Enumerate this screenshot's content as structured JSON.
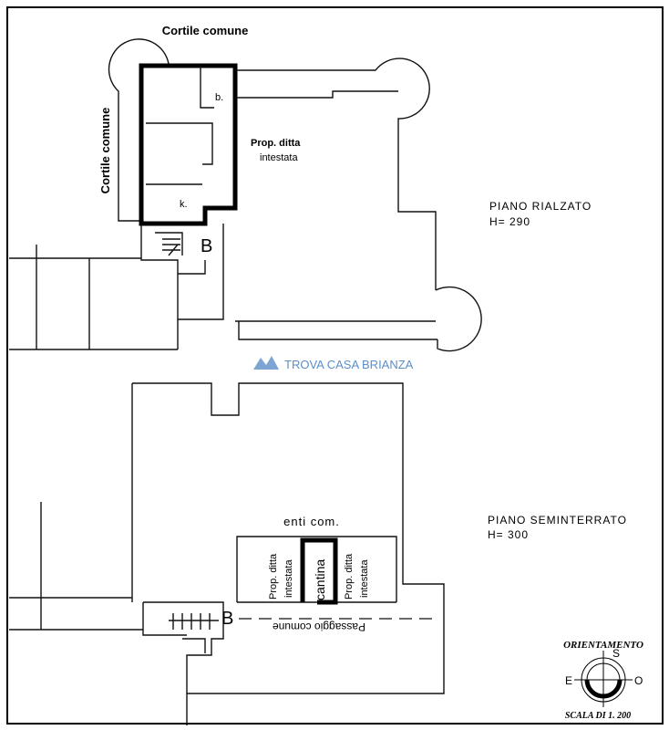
{
  "upper_plan": {
    "courtyard_top": "Cortile comune",
    "courtyard_left": "Cortile comune",
    "property_line1": "Prop. ditta",
    "property_line2": "intestata",
    "room_bath": "b.",
    "room_kitchen": "k.",
    "stair_label": "B",
    "floor_name": "PIANO RIALZATO",
    "floor_height": "H= 290"
  },
  "watermark": {
    "text": "TROVA CASA BRIANZA",
    "color": "#5b8fc9"
  },
  "lower_plan": {
    "common_areas": "enti com.",
    "property_left_line1": "Prop. ditta",
    "property_left_line2": "intestata",
    "cellar": "cantina",
    "property_right_line1": "Prop. ditta",
    "property_right_line2": "intestata",
    "passage": "Passaggio comune",
    "stair_label": "B",
    "floor_name": "PIANO SEMINTERRATO",
    "floor_height": "H= 300"
  },
  "compass": {
    "title": "ORIENTAMENTO",
    "north_label": "S",
    "east_label": "E",
    "west_label": "O",
    "scale": "SCALA DI 1. 200"
  }
}
